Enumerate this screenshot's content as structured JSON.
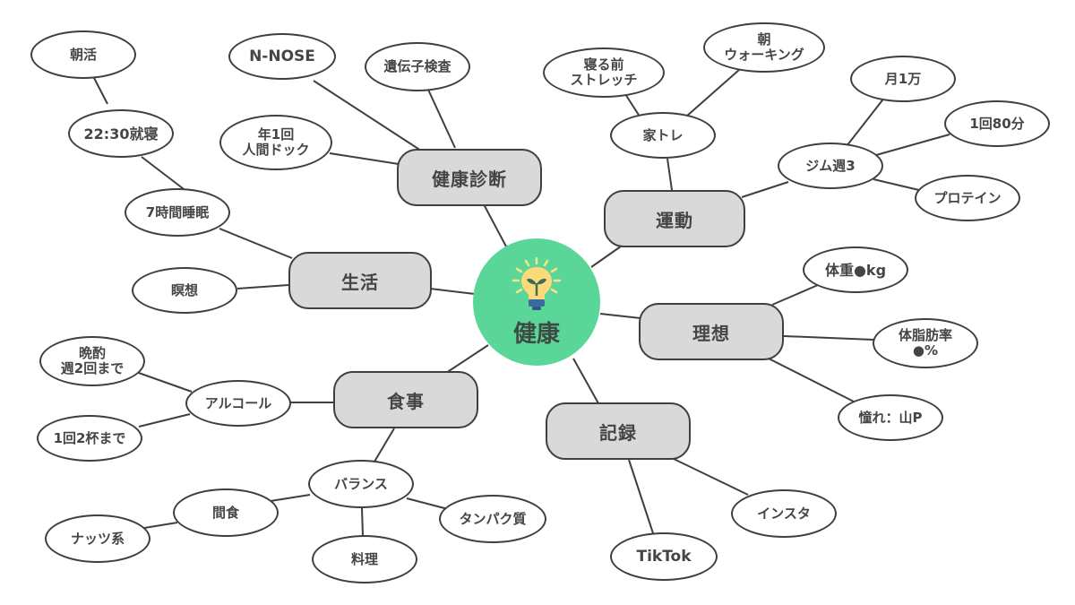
{
  "center": {
    "label": "健康",
    "icon": "lightbulb-sprout-icon",
    "color": "#5bd699"
  },
  "topics": [
    {
      "id": "kenkoushindan",
      "label": "健康診断"
    },
    {
      "id": "undou",
      "label": "運動"
    },
    {
      "id": "seikatsu",
      "label": "生活"
    },
    {
      "id": "risou",
      "label": "理想"
    },
    {
      "id": "shokuji",
      "label": "食事"
    },
    {
      "id": "kiroku",
      "label": "記録"
    }
  ],
  "leaves": {
    "nnose": "N-NOSE",
    "idenshi": "遺伝子検査",
    "ningendock": "年1回\n人間ドック",
    "asakatsu": "朝活",
    "shuushin": "22:30就寝",
    "suimin": "7時間睡眠",
    "meisou": "瞑想",
    "ietore": "家トレ",
    "stretch": "寝る前\nストレッチ",
    "walking": "朝\nウォーキング",
    "gym": "ジム週3",
    "tsuki": "月1万",
    "ikkai80": "1回80分",
    "protein": "プロテイン",
    "taijuu": "体重●kg",
    "taishibou": "体脂肪率\n●%",
    "akogare": "憧れ：山P",
    "banshaku": "晩酌\n週2回まで",
    "alcohol": "アルコール",
    "nihai": "1回2杯まで",
    "balance": "バランス",
    "kanshoku": "間食",
    "nuts": "ナッツ系",
    "ryouri": "料理",
    "tanpaku": "タンパク質",
    "tiktok": "TikTok",
    "insta": "インスタ"
  },
  "colors": {
    "topic_fill": "#d9d9d9",
    "stroke": "#3f3f3f",
    "text": "#454545"
  }
}
